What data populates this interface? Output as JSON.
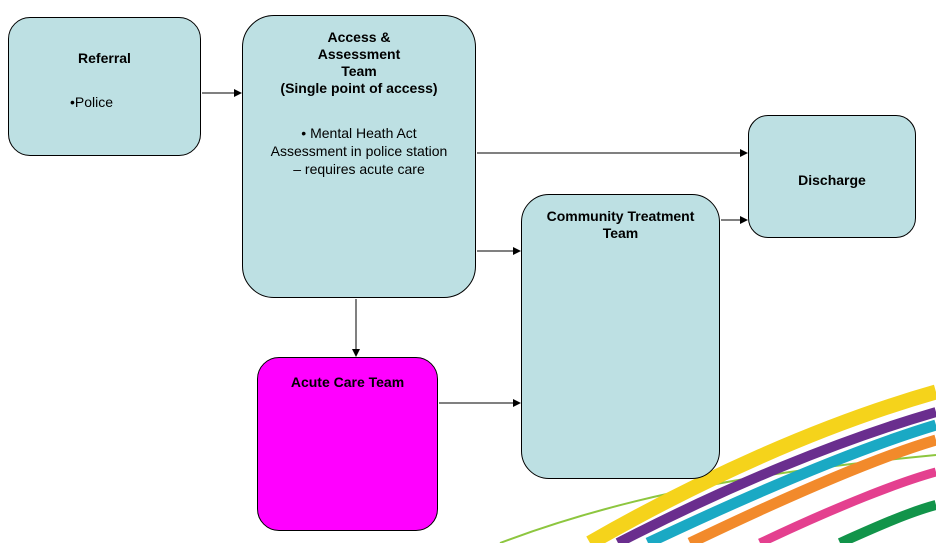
{
  "nodes": {
    "referral": {
      "title": "Referral",
      "body": "•Police"
    },
    "access": {
      "title_line1": "Access &",
      "title_line2": "Assessment",
      "title_line3": "Team",
      "title_line4": "(Single point of access)",
      "body": "• Mental Heath Act Assessment in police station – requires acute care"
    },
    "community": {
      "title": "Community Treatment Team"
    },
    "discharge": {
      "title": "Discharge"
    },
    "acute": {
      "title": "Acute Care Team"
    }
  },
  "colors": {
    "node_fill": "#bde0e3",
    "acute_fill": "#ff00ff",
    "swoosh": [
      "#f5d31b",
      "#6a2e8e",
      "#1aa9c4",
      "#f28a2b",
      "#e4408f",
      "#12944a",
      "#8dc63f"
    ]
  }
}
